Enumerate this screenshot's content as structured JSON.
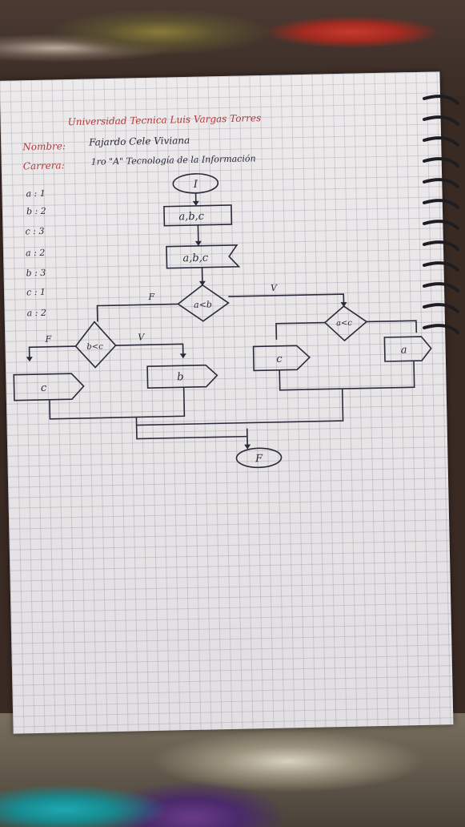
{
  "header": {
    "university": "Universidad Tecnica Luis Vargas Torres",
    "name_label": "Nombre:",
    "name_value": "Fajardo Cele Viviana",
    "career_label": "Carrera:",
    "career_value": "1ro \"A\" Tecnología de la Información"
  },
  "variables": [
    "a : 1",
    "b : 2",
    "c : 3",
    "a : 2",
    "b : 3",
    "c : 1",
    "a : 2"
  ],
  "flowchart": {
    "start": "I",
    "input": "a,b,c",
    "output": "a,b,c",
    "decision_main": "a<b",
    "decision_left": "b<c",
    "decision_right": "a<c",
    "out_c_left": "c",
    "out_b": "b",
    "out_c_right": "c",
    "out_a": "a",
    "end": "F",
    "false_label_main": "F",
    "true_label_main": "V",
    "false_label_left": "F",
    "true_label_left": "V"
  },
  "colors": {
    "ink": "#2b2a3a",
    "red_ink": "#b03a3a",
    "grid": "#9a98aa"
  }
}
